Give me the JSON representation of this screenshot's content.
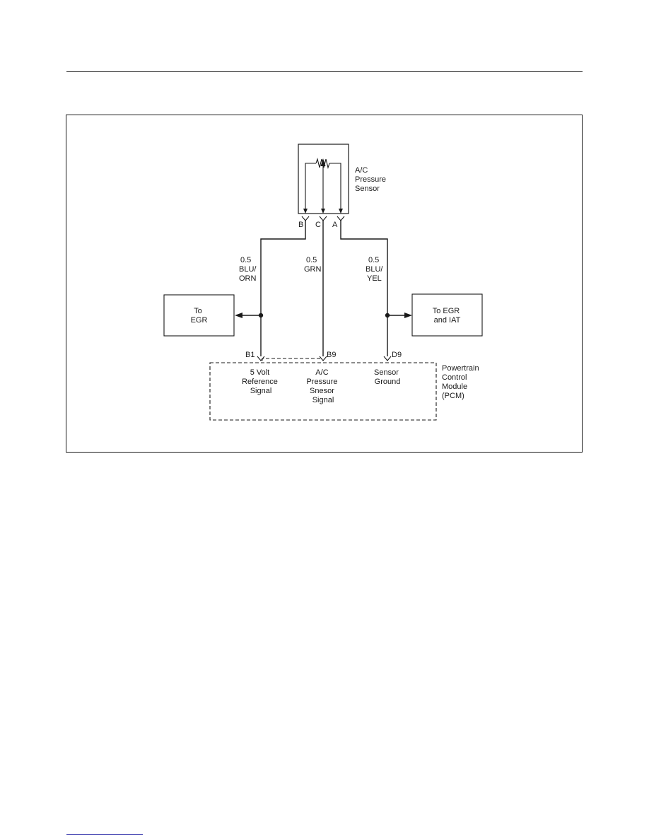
{
  "sensor": {
    "label_lines": [
      "A/C",
      "Pressure",
      "Sensor"
    ]
  },
  "sensor_pins": {
    "b": "B",
    "c": "C",
    "a": "A"
  },
  "wires": {
    "left": {
      "gauge": "0.5",
      "color_lines": [
        "BLU/",
        "ORN"
      ]
    },
    "center": {
      "gauge": "0.5",
      "color_lines": [
        "GRN"
      ]
    },
    "right": {
      "gauge": "0.5",
      "color_lines": [
        "BLU/",
        "YEL"
      ]
    }
  },
  "egr_box": {
    "label_lines": [
      "To",
      "EGR"
    ]
  },
  "egr_iat_box": {
    "label_lines": [
      "To EGR",
      "and IAT"
    ]
  },
  "pcm_pins": {
    "b1": "B1",
    "b9": "B9",
    "d9": "D9"
  },
  "pcm": {
    "ref_lines": [
      "5 Volt",
      "Reference",
      "Signal"
    ],
    "signal_lines": [
      "A/C",
      "Pressure",
      "Snesor",
      "Signal"
    ],
    "ground_lines": [
      "Sensor",
      "Ground"
    ],
    "module_lines": [
      "Powertrain",
      "Control",
      "Module",
      "(PCM)"
    ]
  }
}
